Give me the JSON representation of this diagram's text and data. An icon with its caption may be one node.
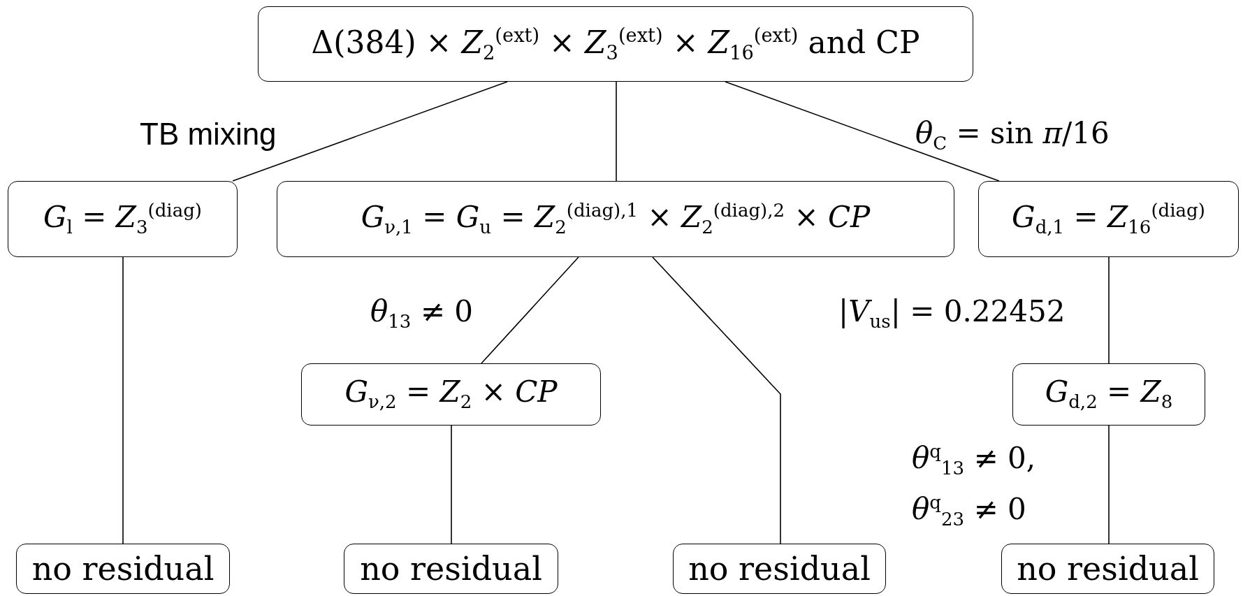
{
  "diagram": {
    "nodes": [
      {
        "text": [
          "Δ(384) × *Z*$_{2}$$^{(ext)}$ × *Z*$_{3}$$^{(ext)}$ × *Z*$_{16}$$^{(ext)}$ and CP"
        ]
      },
      {
        "text": [
          "*G*$_{l}$ = *Z*$_{3}$$^{(diag)}$"
        ]
      },
      {
        "text": [
          "*G*$_{ν,1}$ = *G*$_{u}$ = *Z*$_{2}$$^{(diag),1}$ × *Z*$_{2}$$^{(diag),2}$ × *CP*"
        ]
      },
      {
        "text": [
          "*G*$_{d,1}$ = *Z*$_{16}$$^{(diag)}$"
        ]
      },
      {
        "text": [
          "*G*$_{ν,2}$ = *Z*$_{2}$ × *CP*"
        ]
      },
      {
        "text": [
          "*G*$_{d,2}$ = *Z*$_{8}$"
        ]
      },
      {
        "text": [
          "no residual"
        ]
      },
      {
        "text": [
          "no residual"
        ]
      },
      {
        "text": [
          "no residual"
        ]
      },
      {
        "text": [
          "no residual"
        ]
      }
    ],
    "edges": [
      {
        "from": 0,
        "to": 1,
        "arrow": "none",
        "label": "TB mixing"
      },
      {
        "from": 0,
        "to": 2,
        "arrow": "none"
      },
      {
        "from": 0,
        "to": 3,
        "arrow": "none",
        "label": "*θ*$_{C}$ = sin *π*/16"
      },
      {
        "from": 1,
        "to": 6,
        "arrow": "none"
      },
      {
        "from": 2,
        "to": 4,
        "arrow": "none",
        "label": "*θ*$_{13}$ ≠ 0"
      },
      {
        "from": 2,
        "to": 8,
        "arrow": "none"
      },
      {
        "from": 3,
        "to": 5,
        "arrow": "none",
        "label": "|*V*$_{us}$| = 0.22452"
      },
      {
        "from": 4,
        "to": 7,
        "arrow": "none"
      },
      {
        "from": 5,
        "to": 9,
        "arrow": "none",
        "label": "*θ*$^{q}$$_{13}$ ≠ 0, *θ*$^{q}$$_{23}$ ≠ 0"
      }
    ]
  }
}
